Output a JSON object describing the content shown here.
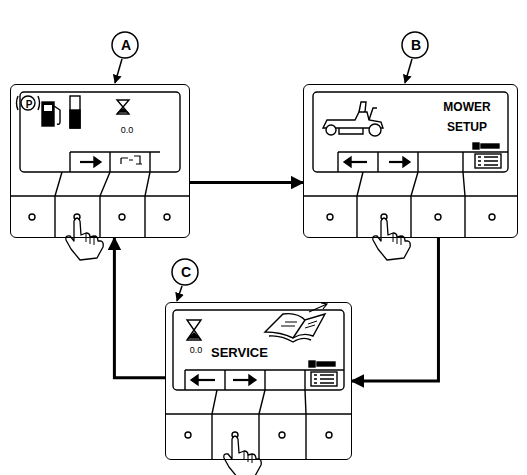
{
  "diagram": {
    "nodes": [
      {
        "text": [
          "A",
          "P",
          "0.0"
        ]
      },
      {
        "text": [
          "B",
          "MOWER SETUP"
        ]
      },
      {
        "text": [
          "C",
          "0.0",
          "SERVICE"
        ]
      }
    ],
    "edges": [
      {
        "from": 0,
        "to": 1,
        "arrow": "to"
      },
      {
        "from": 1,
        "to": 2,
        "arrow": "to"
      },
      {
        "from": 2,
        "to": 0,
        "arrow": "to"
      }
    ]
  }
}
